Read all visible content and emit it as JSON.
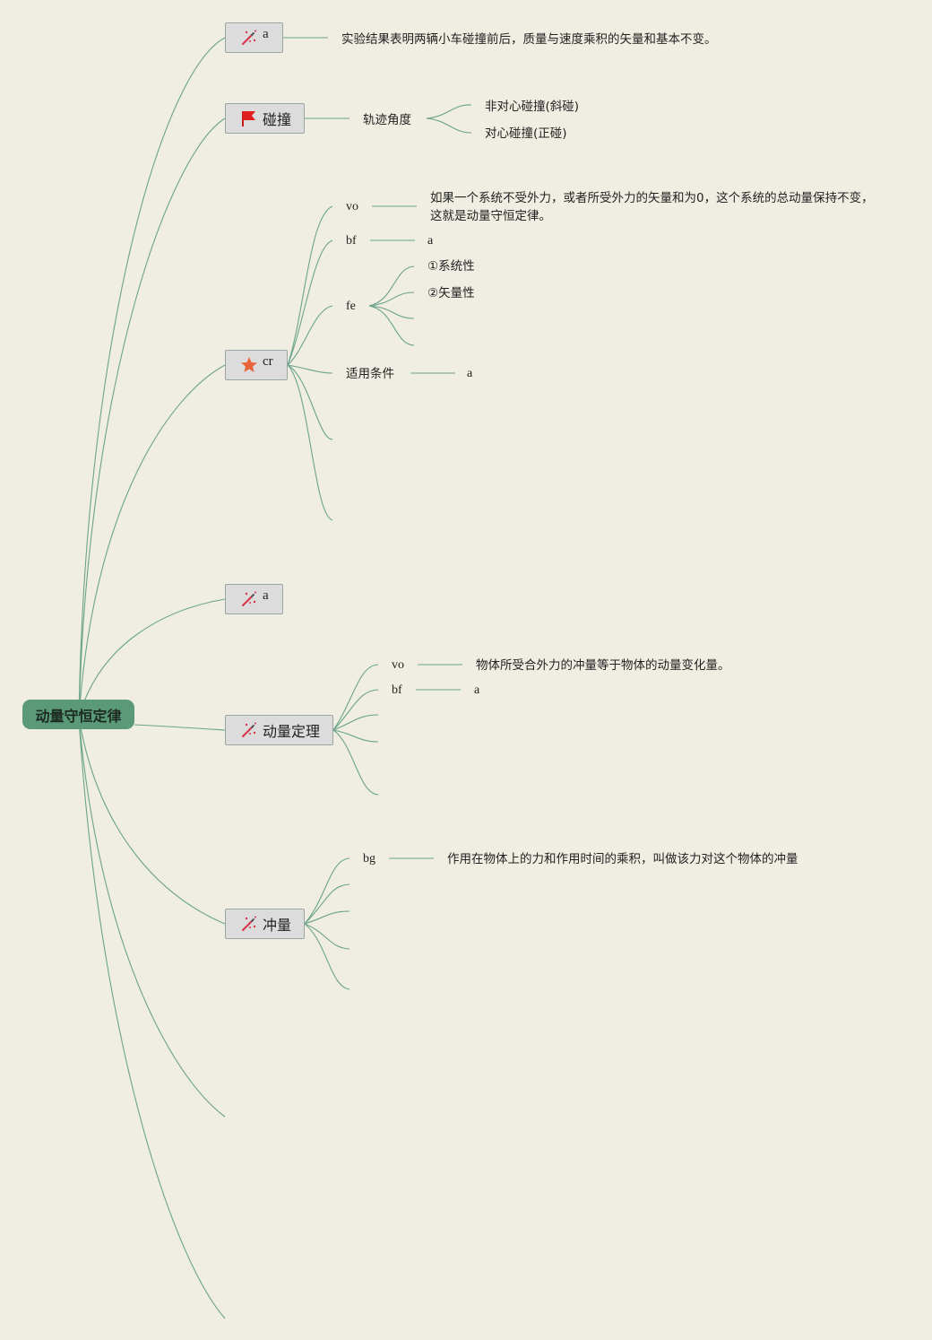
{
  "root": {
    "label": "动量守恒定律"
  },
  "branches": {
    "b1": {
      "label": "a",
      "icon": "magic-wand-icon",
      "note": "实验结果表明两辆小车碰撞前后，质量与速度乘积的矢量和基本不变。"
    },
    "b2": {
      "label": "碰撞",
      "icon": "red-flag-icon",
      "child": "轨迹角度",
      "leaves": [
        "非对心碰撞(斜碰)",
        "对心碰撞(正碰)"
      ]
    },
    "b3": {
      "label": "cr",
      "icon": "star-icon",
      "vo": {
        "label": "vo",
        "text": "如果一个系统不受外力，或者所受外力的矢量和为0，这个系统的总动量保持不变，这就是动量守恒定律。"
      },
      "bf": {
        "label": "bf",
        "text": "a"
      },
      "fe": {
        "label": "fe",
        "items": [
          "①系统性",
          "②矢量性"
        ]
      },
      "cond": {
        "label": "适用条件",
        "text": "a"
      }
    },
    "b4": {
      "label": "a",
      "icon": "magic-wand-icon"
    },
    "b5": {
      "label": "动量定理",
      "icon": "magic-wand-icon",
      "vo": {
        "label": "vo",
        "text": "物体所受合外力的冲量等于物体的动量变化量。"
      },
      "bf": {
        "label": "bf",
        "text": "a"
      }
    },
    "b6": {
      "label": "冲量",
      "icon": "magic-wand-icon",
      "bg": {
        "label": "bg",
        "text": "作用在物体上的力和作用时间的乘积，叫做该力对这个物体的冲量"
      }
    }
  },
  "colors": {
    "background": "#f0ede3",
    "root_fill": "#5a9a78",
    "branch_fill": "#dcdcdc",
    "link": "#6aa48a"
  }
}
